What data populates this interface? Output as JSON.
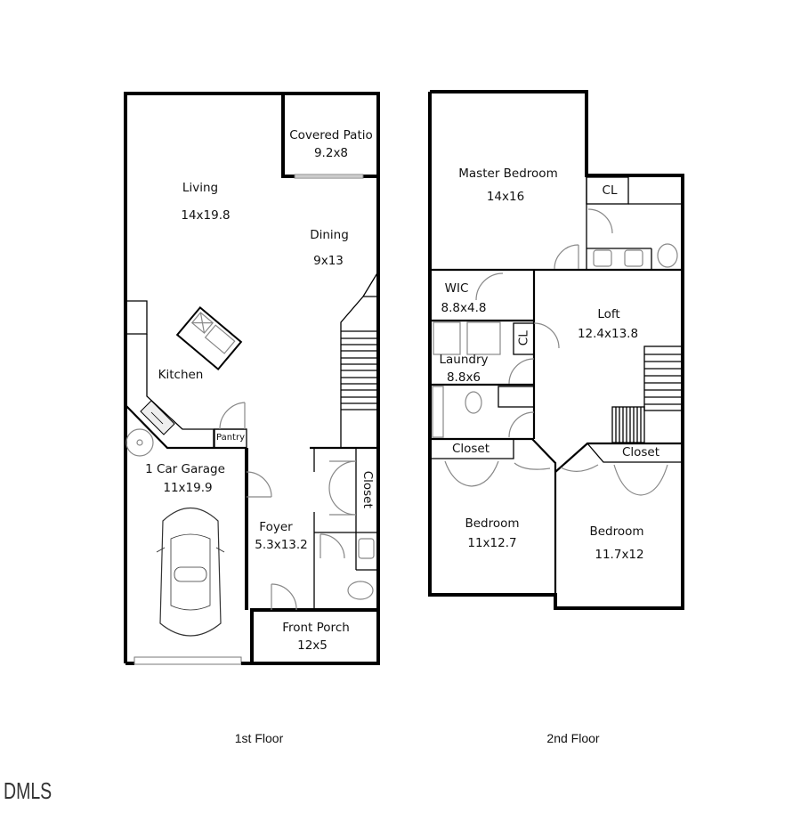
{
  "floors": [
    {
      "title": "1st Floor",
      "rooms": [
        {
          "name": "Covered Patio",
          "dims": "9.2x8"
        },
        {
          "name": "Living",
          "dims": "14x19.8"
        },
        {
          "name": "Dining",
          "dims": "9x13"
        },
        {
          "name": "Kitchen",
          "dims": ""
        },
        {
          "name": "Pantry",
          "dims": ""
        },
        {
          "name": "1 Car Garage",
          "dims": "11x19.9"
        },
        {
          "name": "Foyer",
          "dims": "5.3x13.2"
        },
        {
          "name": "Closet",
          "dims": ""
        },
        {
          "name": "Front Porch",
          "dims": "12x5"
        }
      ]
    },
    {
      "title": "2nd Floor",
      "rooms": [
        {
          "name": "Master Bedroom",
          "dims": "14x16"
        },
        {
          "name": "CL",
          "dims": ""
        },
        {
          "name": "WIC",
          "dims": "8.8x4.8"
        },
        {
          "name": "Loft",
          "dims": "12.4x13.8"
        },
        {
          "name": "CL",
          "dims": ""
        },
        {
          "name": "Laundry",
          "dims": "8.8x6"
        },
        {
          "name": "Closet",
          "dims": ""
        },
        {
          "name": "Closet",
          "dims": ""
        },
        {
          "name": "Bedroom",
          "dims": "11x12.7"
        },
        {
          "name": "Bedroom",
          "dims": "11.7x12"
        }
      ]
    }
  ],
  "watermark": "DMLS"
}
